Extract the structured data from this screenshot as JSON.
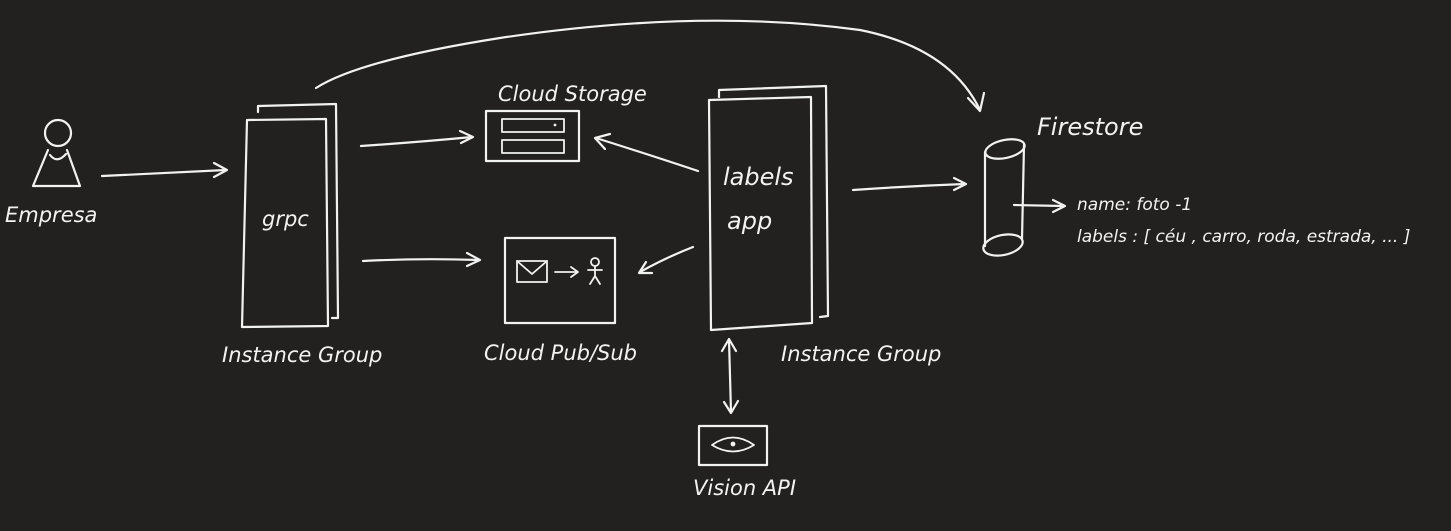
{
  "nodes": {
    "empresa": "Empresa",
    "grpc": "grpc",
    "grpc_group": "Instance Group",
    "cloud_storage": "Cloud Storage",
    "cloud_pubsub": "Cloud Pub/Sub",
    "labels_app_line1": "labels",
    "labels_app_line2": "app",
    "labels_group": "Instance Group",
    "vision_api": "Vision API",
    "firestore": "Firestore"
  },
  "document": {
    "name_line": "name: foto -1",
    "labels_line": "labels : [ céu , carro, roda, estrada, ... ]"
  }
}
